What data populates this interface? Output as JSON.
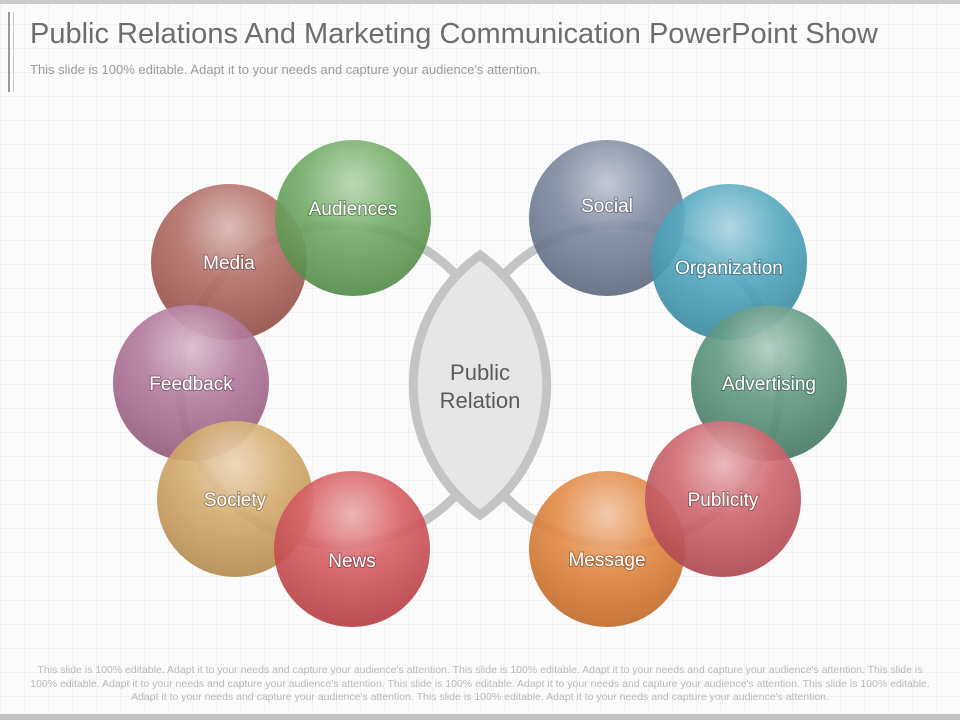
{
  "slide": {
    "title": "Public Relations And Marketing Communication PowerPoint Show",
    "subtitle": "This slide is 100% editable. Adapt it to your needs and capture your audience's attention.",
    "footer": "This slide is 100% editable. Adapt it to your needs and capture your audience's attention. This slide is 100% editable. Adapt it to your needs and capture your audience's attention. This slide is 100% editable. Adapt it to your needs and capture your audience's attention. This slide is 100% editable. Adapt it to your needs and capture your audience's attention. This slide is 100% editable. Adapt it to your needs and capture your audience's attention. This slide is 100% editable. Adapt it to your needs and capture your audience's attention."
  },
  "diagram": {
    "center": {
      "line1": "Public",
      "line2": "Relation"
    },
    "left_circles": [
      {
        "label": "Media",
        "color": "#a85a52"
      },
      {
        "label": "Audiences",
        "color": "#5fa152"
      },
      {
        "label": "Feedback",
        "color": "#a8688f"
      },
      {
        "label": "Society",
        "color": "#cfa05a"
      },
      {
        "label": "News",
        "color": "#d2484e"
      }
    ],
    "right_circles": [
      {
        "label": "Social",
        "color": "#6d7a93"
      },
      {
        "label": "Organization",
        "color": "#3f9db8"
      },
      {
        "label": "Advertising",
        "color": "#4d8c72"
      },
      {
        "label": "Publicity",
        "color": "#c9525c"
      },
      {
        "label": "Message",
        "color": "#e07a2e"
      }
    ],
    "ring_color": "#c4c4c4",
    "lens_color": "#e6e6e6"
  }
}
